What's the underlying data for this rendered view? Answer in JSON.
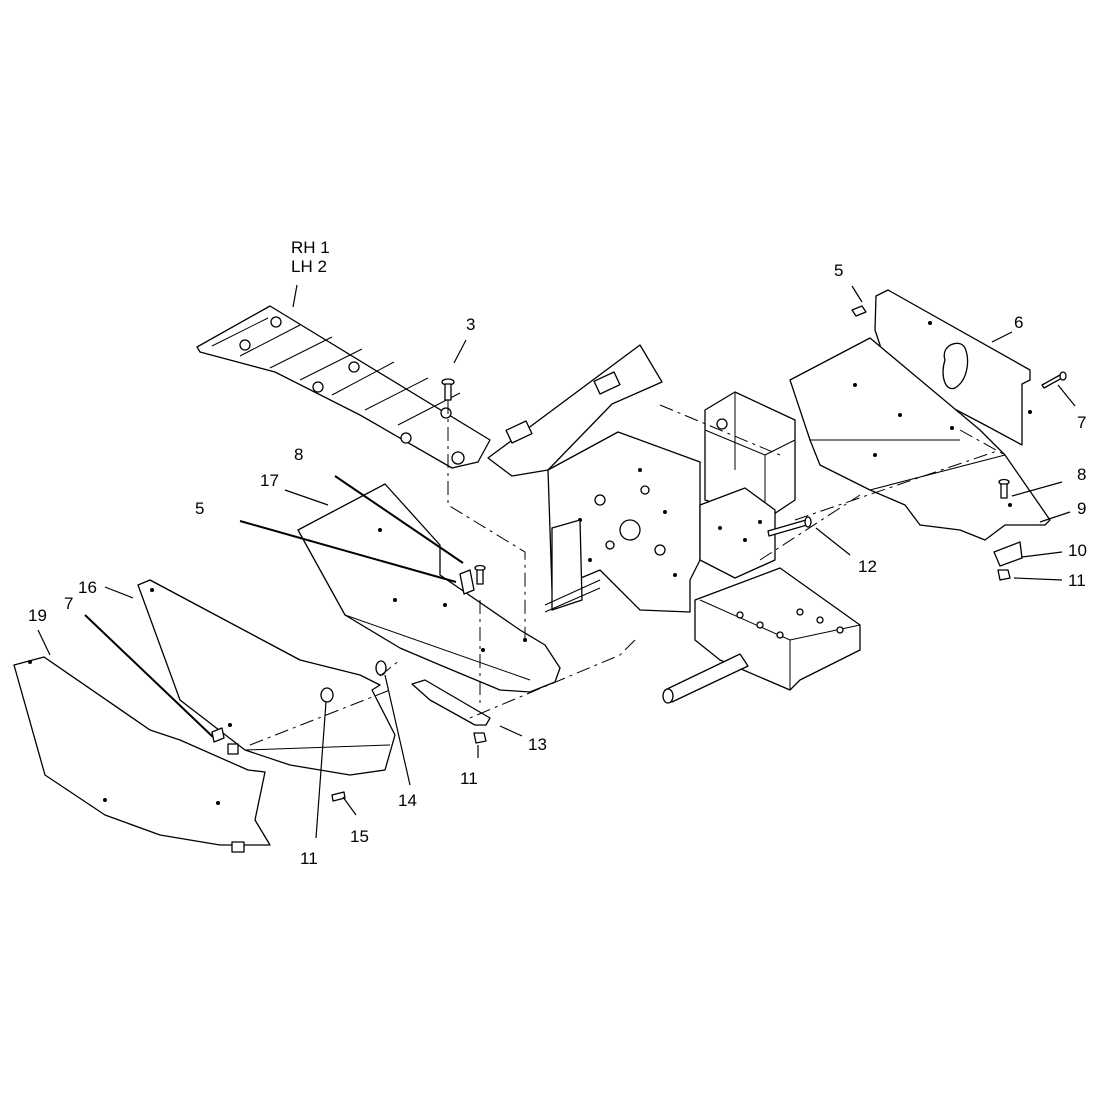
{
  "diagram": {
    "labels": {
      "rh_1": "RH 1",
      "lh_2": "LH 2",
      "n3": "3",
      "n5_top": "5",
      "n6": "6",
      "n7_right": "7",
      "n8_left": "8",
      "n8_right": "8",
      "n9": "9",
      "n10": "10",
      "n11_right": "11",
      "n12": "12",
      "n17": "17",
      "n5_left": "5",
      "n16": "16",
      "n19": "19",
      "n7_left": "7",
      "n13": "13",
      "n11_mid": "11",
      "n14": "14",
      "n15": "15",
      "n11_left": "11"
    }
  }
}
